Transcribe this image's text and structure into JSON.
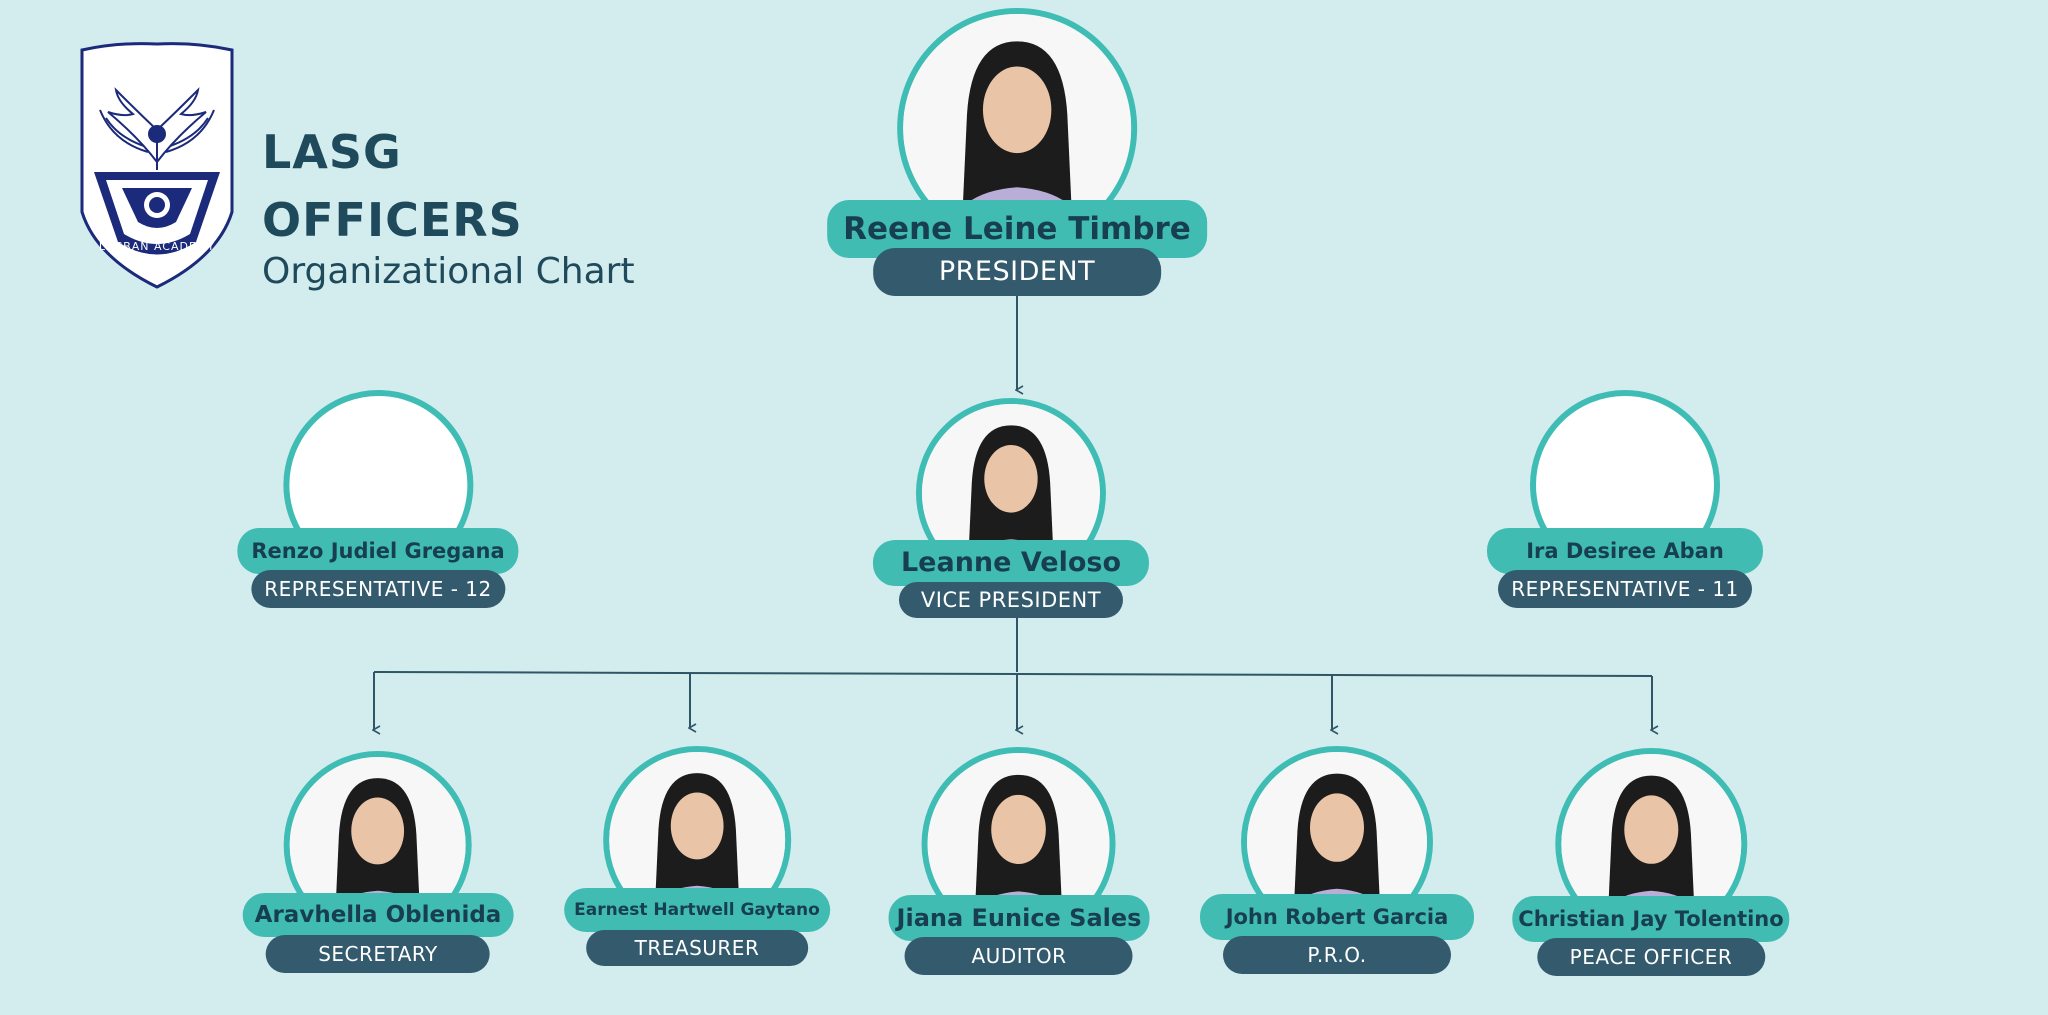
{
  "header": {
    "line1": "LASG",
    "line2": "OFFICERS",
    "subtitle": "Organizational Chart",
    "logo_text": "LUCBAN ACADEMY"
  },
  "colors": {
    "background": "#d3edef",
    "ring": "#3fbdb5",
    "name_pill": "#40bcb3",
    "role_pill": "#335b6d",
    "heading": "#1f4a5b",
    "logo_navy": "#1b2a7a"
  },
  "officers": {
    "president": {
      "name": "Reene Leine Timbre",
      "role": "PRESIDENT",
      "photo_icon": "person-photo"
    },
    "vice_president": {
      "name": "Leanne Veloso",
      "role": "VICE PRESIDENT",
      "photo_icon": "person-photo"
    },
    "rep12": {
      "name": "Renzo Judiel Gregana",
      "role": "REPRESENTATIVE - 12",
      "photo_icon": "empty-photo"
    },
    "rep11": {
      "name": "Ira Desiree Aban",
      "role": "REPRESENTATIVE - 11",
      "photo_icon": "empty-photo"
    },
    "secretary": {
      "name": "Aravhella Oblenida",
      "role": "SECRETARY",
      "photo_icon": "person-photo"
    },
    "treasurer": {
      "name": "Earnest Hartwell Gaytano",
      "role": "TREASURER",
      "photo_icon": "person-photo"
    },
    "auditor": {
      "name": "Jiana Eunice Sales",
      "role": "AUDITOR",
      "photo_icon": "person-photo"
    },
    "pro": {
      "name": "John Robert Garcia",
      "role": "P.R.O.",
      "photo_icon": "person-photo"
    },
    "peace_officer": {
      "name": "Christian Jay Tolentino",
      "role": "PEACE OFFICER",
      "photo_icon": "person-photo"
    }
  }
}
